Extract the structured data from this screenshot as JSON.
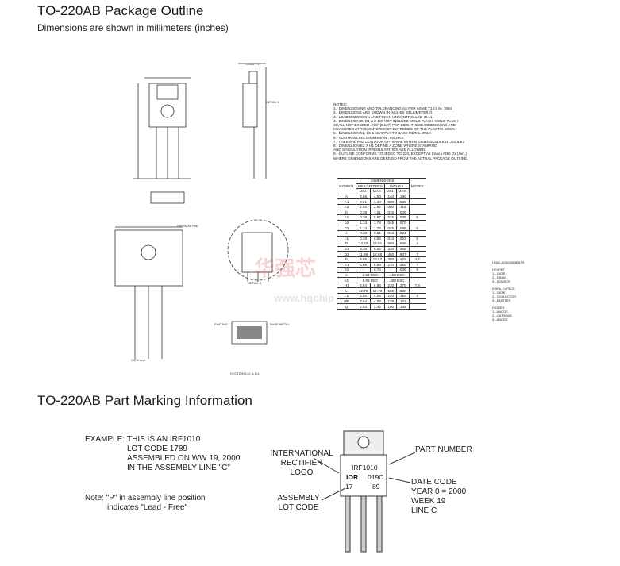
{
  "outline": {
    "title": "TO-220AB Package Outline",
    "subtitle": "Dimensions are shown in millimeters (inches)",
    "detail_b": "DETAIL B",
    "view_aa": "VIEW A-A",
    "section": "SECTION C-C & D-D",
    "thermal_pad": "THERMAL PAD",
    "plating": "PLATING",
    "base_metal": "BASE METAL",
    "lead_tip": "LEAD TIP"
  },
  "notes": {
    "heading": "NOTES:",
    "lines": [
      "1.- DIMENSIONING AND TOLERANCING AS PER ASME Y14.5 M- 1994.",
      "2.- DIMENSIONS ARE SHOWN IN INCHES [MILLIMETERS].",
      "3.- LEAD DIMENSION AND FINISH UNCONTROLLED IN L1.",
      "4.- DIMENSION D, D1 & E DO NOT INCLUDE MOLD FLASH. MOLD FLASH",
      "    SHALL NOT EXCEED .005\" [0.127] PER SIDE. THESE DIMENSIONS ARE",
      "    MEASURED AT THE OUTERMOST EXTREMES OF THE PLASTIC BODY.",
      "5.- DIMENSION b1, b3 & c1 APPLY TO BASE METAL ONLY.",
      "6.- CONTROLLING DIMENSION : INCHES.",
      "7.- THERMAL PAD CONTOUR OPTIONAL WITHIN DIMENSIONS E,H1,D2 & E1",
      "8.- DIMENSION E2 X H1 DEFINE A ZONE WHERE STAMPING",
      "    AND SINGULATION IRREGULARITIES ARE ALLOWED.",
      "9.- OUTLINE CONFORMS TO JEDEC TO-220, EXCEPT A2 (max.) AND D2 (min.)",
      "    WHERE DIMENSIONS ARE DERIVED FROM THE ACTUAL PACKAGE OUTLINE."
    ]
  },
  "dimensions_table": {
    "title": "DIMENSIONS",
    "symbol_header": "SYMBOL",
    "mm_header": "MILLIMETERS",
    "in_header": "INCHES",
    "notes_header": "NOTES",
    "min": "MIN.",
    "max": "MAX.",
    "rows": [
      [
        "A",
        "3.56",
        "4.83",
        ".140",
        ".190",
        ""
      ],
      [
        "A1",
        "0.51",
        "1.40",
        ".020",
        ".055",
        ""
      ],
      [
        "A2",
        "2.03",
        "2.92",
        ".080",
        ".115",
        ""
      ],
      [
        "b",
        "0.38",
        "1.01",
        ".015",
        ".040",
        ""
      ],
      [
        "b1",
        "0.38",
        "0.97",
        ".015",
        ".038",
        "5"
      ],
      [
        "b2",
        "1.14",
        "1.78",
        ".045",
        ".070",
        ""
      ],
      [
        "b3",
        "1.14",
        "1.73",
        ".045",
        ".068",
        "5"
      ],
      [
        "c",
        "0.36",
        "0.61",
        ".014",
        ".024",
        ""
      ],
      [
        "c1",
        "0.36",
        "0.56",
        ".014",
        ".022",
        "5"
      ],
      [
        "D",
        "14.22",
        "16.51",
        ".560",
        ".650",
        "4"
      ],
      [
        "D1",
        "8.38",
        "9.02",
        ".330",
        ".355",
        ""
      ],
      [
        "D2",
        "11.68",
        "12.88",
        ".460",
        ".507",
        "7"
      ],
      [
        "E",
        "9.65",
        "10.67",
        ".380",
        ".420",
        "4,7"
      ],
      [
        "E1",
        "6.86",
        "8.89",
        ".270",
        ".350",
        "7"
      ],
      [
        "E2",
        "-",
        "0.76",
        "-",
        ".030",
        "8"
      ],
      [
        "e",
        "2.54 BSC",
        "",
        ".100 BSC",
        "",
        ""
      ],
      [
        "e1",
        "5.08 BSC",
        "",
        ".200 BSC",
        "",
        ""
      ],
      [
        "H1",
        "5.84",
        "6.86",
        ".230",
        ".270",
        "7,8"
      ],
      [
        "L",
        "12.70",
        "14.73",
        ".500",
        ".580",
        ""
      ],
      [
        "L1",
        "3.56",
        "4.06",
        ".140",
        ".160",
        "3"
      ],
      [
        "ØP",
        "3.54",
        "4.08",
        ".139",
        ".161",
        ""
      ],
      [
        "Q",
        "2.54",
        "3.42",
        ".100",
        ".135",
        ""
      ]
    ]
  },
  "lead_assignments": {
    "title": "LEAD ASSIGNMENTS",
    "hexfet_title": "HEXFET",
    "hexfet": [
      "1.- GATE",
      "2.- DRAIN",
      "3.- SOURCE"
    ],
    "igbt_title": "IGBTs, CoPACK",
    "igbt": [
      "1.- GATE",
      "2.- COLLECTOR",
      "3.- EMITTER"
    ],
    "diodes_title": "DIODES",
    "diodes": [
      "1.- ANODE",
      "2.- CATHODE",
      "3.- ANODE"
    ]
  },
  "watermark": {
    "cn": "华强芯",
    "url": "www.hqchip"
  },
  "marking": {
    "title": "TO-220AB Part Marking Information",
    "example_label": "EXAMPLE:",
    "example_lines": [
      "THIS IS AN IRF1010",
      "LOT CODE 1789",
      "ASSEMBLED ON WW 19, 2000",
      "IN THE ASSEMBLY LINE \"C\""
    ],
    "note_line1": "Note: \"P\" in assembly line position",
    "note_line2": "indicates \"Lead - Free\"",
    "left_labels": {
      "ir_logo": [
        "INTERNATIONAL",
        "RECTIFIER",
        "LOGO"
      ],
      "assembly": [
        "ASSEMBLY",
        "LOT CODE"
      ]
    },
    "right_labels": {
      "part_number": "PART NUMBER",
      "date_code": [
        "DATE CODE",
        "YEAR 0 = 2000",
        "WEEK 19",
        "LINE C"
      ]
    },
    "package": {
      "part": "IRF1010",
      "logo": "IOR",
      "date": "019C",
      "lot_left": "17",
      "lot_right": "89"
    }
  }
}
